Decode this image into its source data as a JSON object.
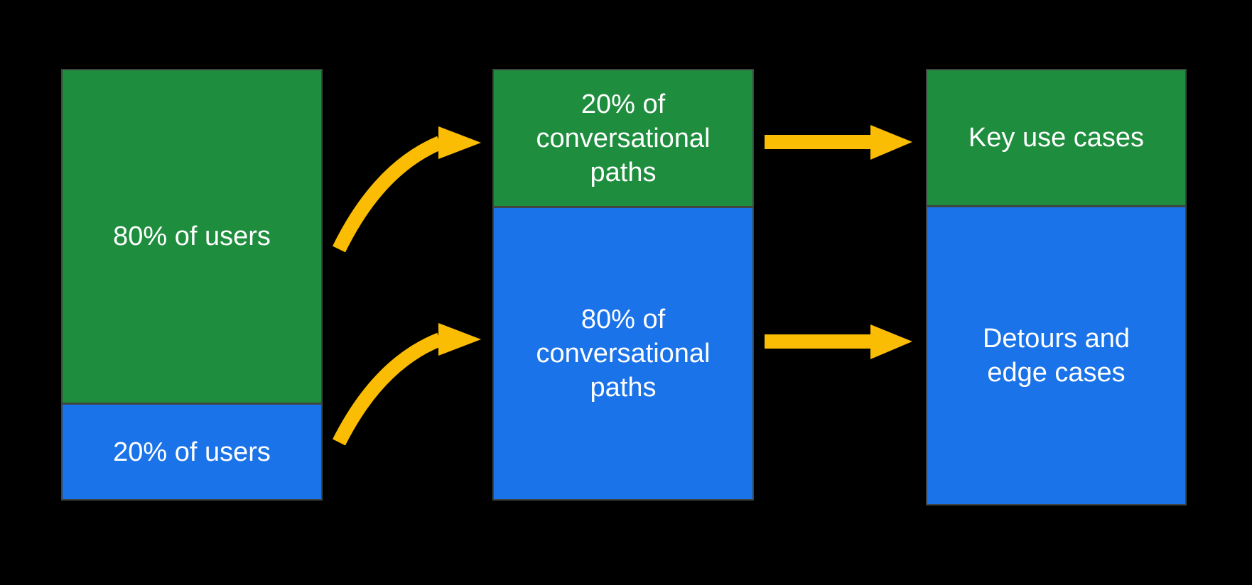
{
  "figure": {
    "background_color": "#000000",
    "box_border_color": "#3f4540",
    "text_color": "#ffffff",
    "green_color": "#1e8e3e",
    "blue_color": "#1a73e8",
    "arrow_color": "#fbbc04"
  },
  "columns": {
    "users": {
      "top": {
        "label": "80% of users",
        "color": "#1e8e3e"
      },
      "bottom": {
        "label": "20% of users",
        "color": "#1a73e8"
      }
    },
    "paths": {
      "top": {
        "label": "20% of conversational paths",
        "color": "#1e8e3e"
      },
      "bottom": {
        "label": "80% of conversational paths",
        "color": "#1a73e8"
      }
    },
    "outcomes": {
      "top": {
        "label": "Key use cases",
        "color": "#1e8e3e"
      },
      "bottom": {
        "label": "Detours and edge cases",
        "color": "#1a73e8"
      }
    }
  }
}
